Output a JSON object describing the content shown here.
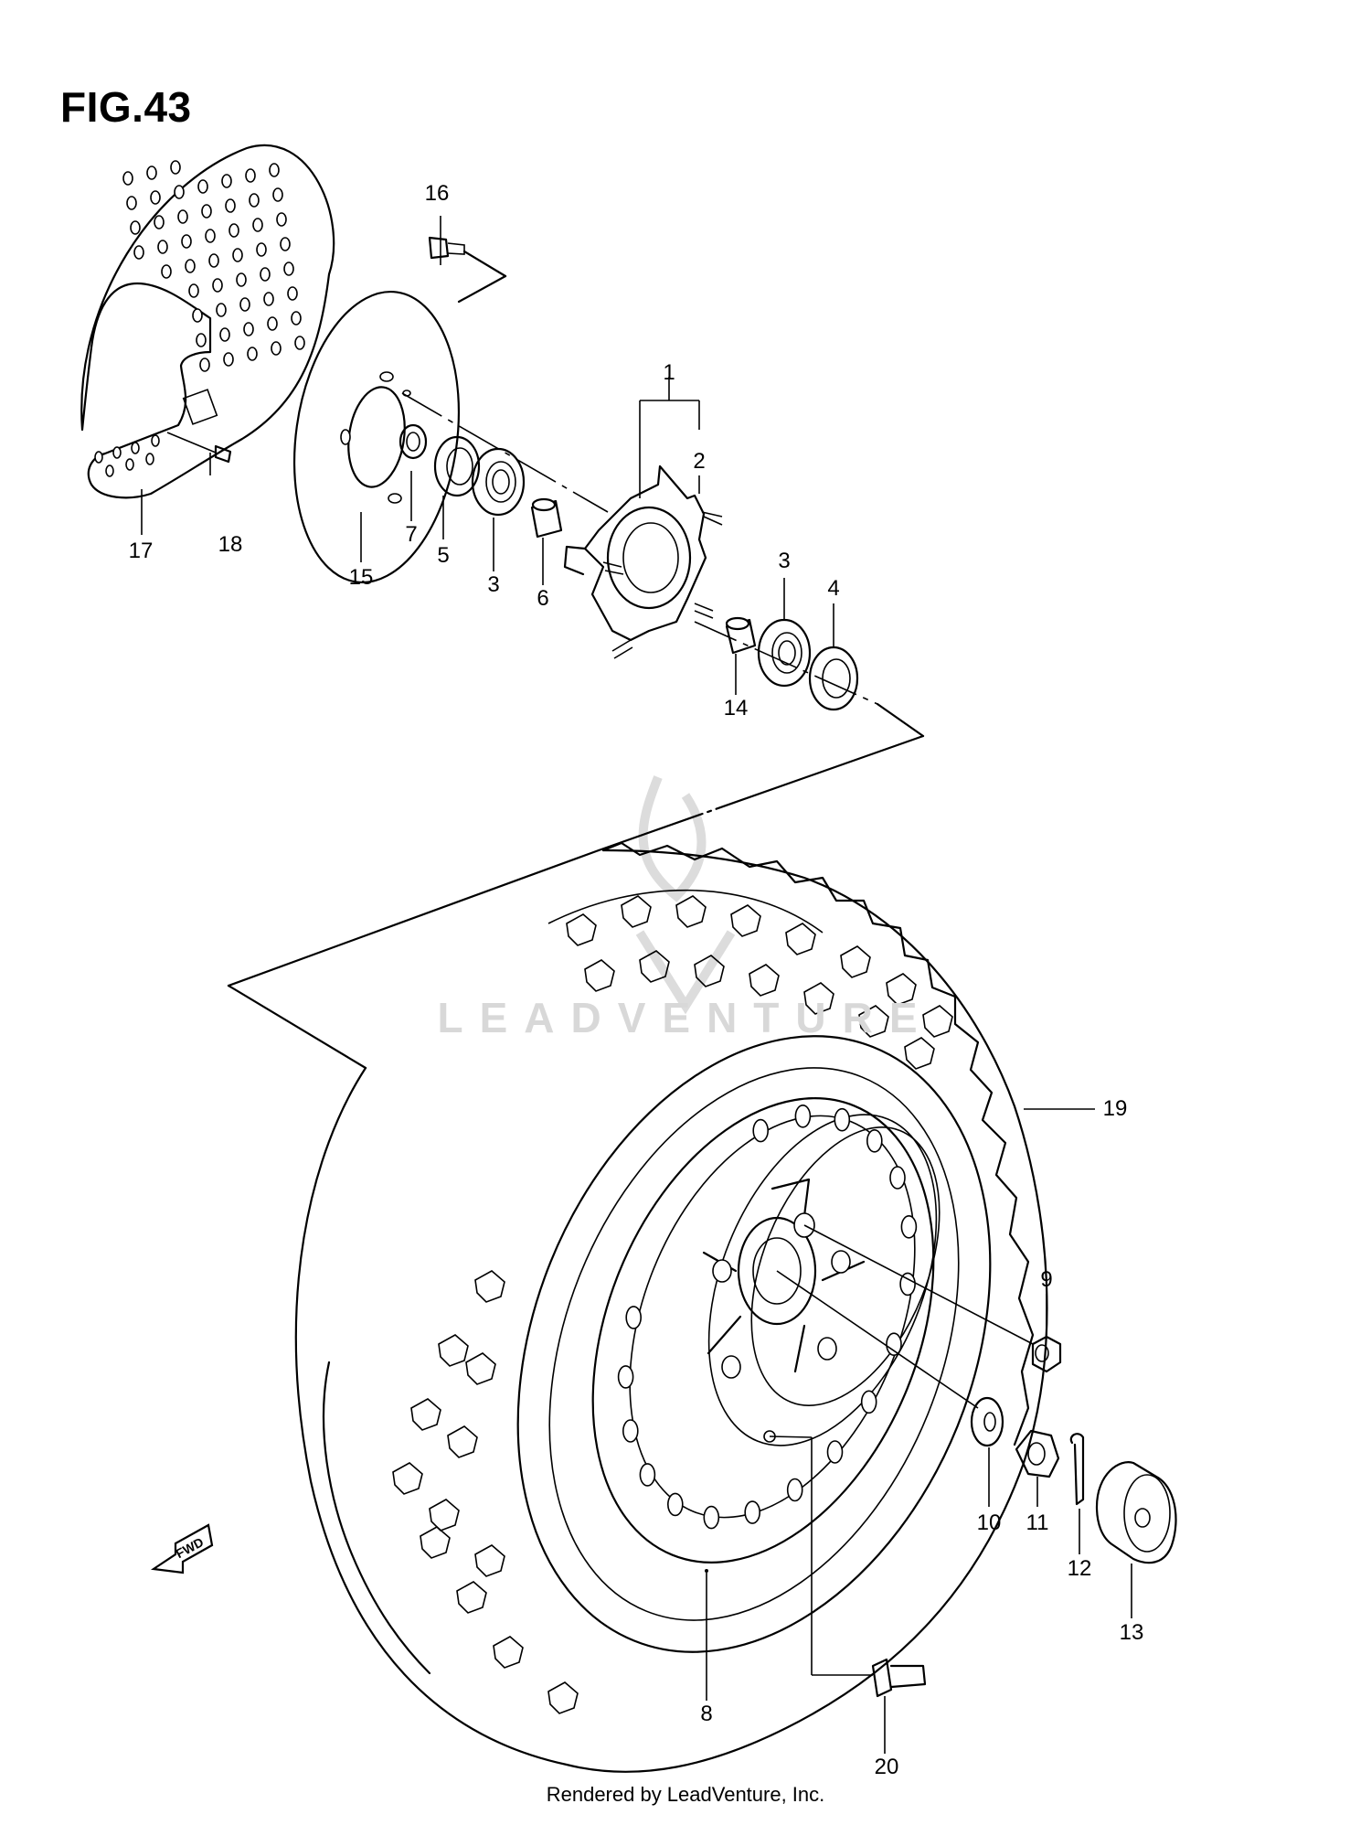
{
  "figure": {
    "title": "FIG.43",
    "watermark": "LEADVENTURE",
    "footer": "Rendered by LeadVenture, Inc.",
    "fwd_label": "FWD"
  },
  "callouts": [
    {
      "id": "1",
      "label": "1"
    },
    {
      "id": "2",
      "label": "2"
    },
    {
      "id": "3a",
      "label": "3"
    },
    {
      "id": "3b",
      "label": "3"
    },
    {
      "id": "4",
      "label": "4"
    },
    {
      "id": "5",
      "label": "5"
    },
    {
      "id": "6",
      "label": "6"
    },
    {
      "id": "7",
      "label": "7"
    },
    {
      "id": "8",
      "label": "8"
    },
    {
      "id": "9",
      "label": "9"
    },
    {
      "id": "10",
      "label": "10"
    },
    {
      "id": "11",
      "label": "11"
    },
    {
      "id": "12",
      "label": "12"
    },
    {
      "id": "13",
      "label": "13"
    },
    {
      "id": "14",
      "label": "14"
    },
    {
      "id": "15",
      "label": "15"
    },
    {
      "id": "16",
      "label": "16"
    },
    {
      "id": "17",
      "label": "17"
    },
    {
      "id": "18",
      "label": "18"
    },
    {
      "id": "19",
      "label": "19"
    },
    {
      "id": "20",
      "label": "20"
    }
  ]
}
